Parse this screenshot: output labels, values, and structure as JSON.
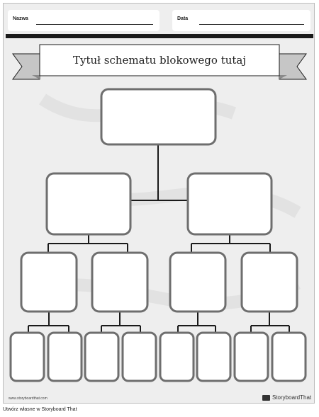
{
  "header": {
    "name_label": "Nazwa",
    "date_label": "Data"
  },
  "title": "Tytuł schematu blokowego tutaj",
  "footer": {
    "url": "www.storyboardthat.com",
    "brand": "StoryboardThat"
  },
  "credit": "Utwórz własne w Storyboard That",
  "colors": {
    "background": "#eeeeee",
    "box_fill": "#ffffff",
    "box_border": "#6e6e6e",
    "connector": "#1a1a1a",
    "ribbon": "#bdbdbd"
  },
  "icons": [
    "storyboardthat-logo-icon"
  ]
}
